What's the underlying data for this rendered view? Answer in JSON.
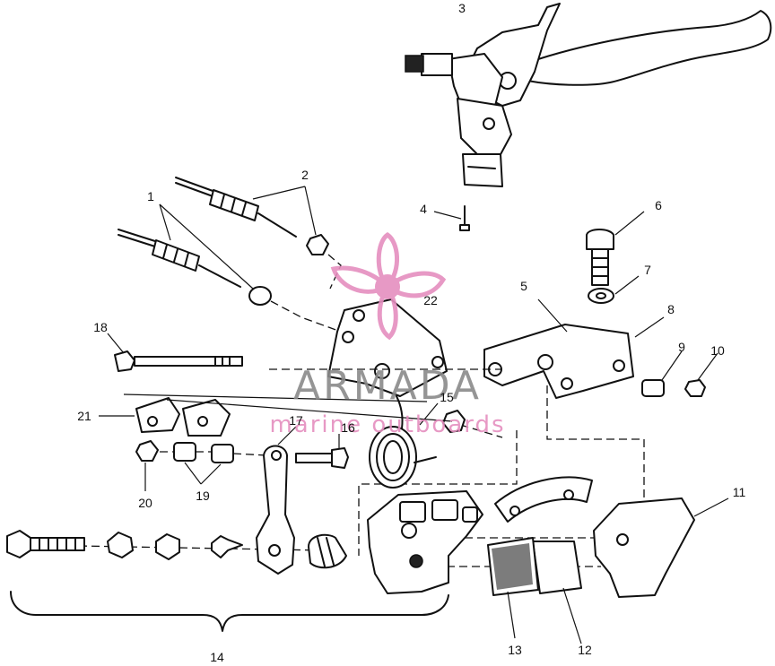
{
  "callouts": {
    "c1": "1",
    "c2": "2",
    "c3": "3",
    "c4": "4",
    "c5": "5",
    "c6": "6",
    "c7": "7",
    "c8": "8",
    "c9": "9",
    "c10": "10",
    "c11": "11",
    "c12": "12",
    "c13": "13",
    "c14": "14",
    "c15": "15",
    "c16": "16",
    "c17": "17",
    "c18": "18",
    "c19": "19",
    "c20": "20",
    "c21": "21",
    "c22": "22"
  },
  "watermark": {
    "brand": "ARMADA",
    "tagline": "marine outboards",
    "logo_icon": "propeller-logo-icon",
    "brand_color": "#8a8a8a",
    "accent_color": "#e58fbf"
  }
}
